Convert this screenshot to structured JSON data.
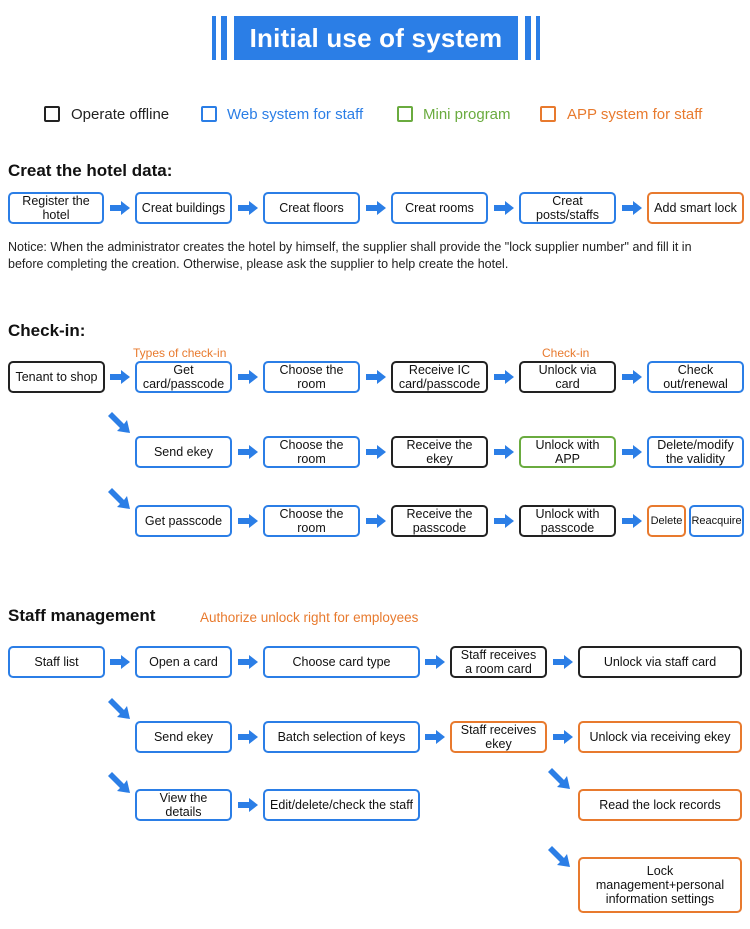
{
  "title": "Initial use of system",
  "legend": [
    {
      "label": "Operate offline",
      "color": "#222222"
    },
    {
      "label": "Web system for staff",
      "color": "#2b7ee6"
    },
    {
      "label": "Mini program",
      "color": "#6aab3f"
    },
    {
      "label": "APP system for staff",
      "color": "#e87a2e"
    }
  ],
  "colors": {
    "black": "#222222",
    "blue": "#2b7ee6",
    "green": "#6aab3f",
    "orange": "#e87a2e"
  },
  "section1": {
    "heading": "Creat the hotel data:",
    "boxes": [
      {
        "label": "Register the hotel"
      },
      {
        "label": "Creat buildings"
      },
      {
        "label": "Creat floors"
      },
      {
        "label": "Creat rooms"
      },
      {
        "label": "Creat posts/staffs"
      },
      {
        "label": "Add smart lock"
      }
    ],
    "notice": "Notice: When the administrator creates the hotel by himself, the supplier shall provide the \"lock supplier number\" and fill it in before completing the creation. Otherwise, please ask the supplier to help create the hotel."
  },
  "section2": {
    "heading": "Check-in:",
    "types_label": "Types of check-in",
    "checkin_label": "Check-in",
    "row1": [
      {
        "label": "Tenant to shop"
      },
      {
        "label": "Get card/passcode"
      },
      {
        "label": "Choose the room"
      },
      {
        "label": "Receive IC card/passcode"
      },
      {
        "label": "Unlock via card"
      },
      {
        "label": "Check out/renewal"
      }
    ],
    "row2": [
      {
        "label": "Send ekey"
      },
      {
        "label": "Choose the room"
      },
      {
        "label": "Receive the ekey"
      },
      {
        "label": "Unlock with APP"
      },
      {
        "label": "Delete/modify the validity"
      }
    ],
    "row3": [
      {
        "label": "Get passcode"
      },
      {
        "label": "Choose the room"
      },
      {
        "label": "Receive the passcode"
      },
      {
        "label": "Unlock with passcode"
      },
      {
        "label": "Delete"
      },
      {
        "label": "Reacquire"
      }
    ]
  },
  "section3": {
    "heading": "Staff management",
    "subheading": "Authorize unlock right for employees",
    "row1": [
      {
        "label": "Staff list"
      },
      {
        "label": "Open a card"
      },
      {
        "label": "Choose card type"
      },
      {
        "label": "Staff receives a room card"
      },
      {
        "label": "Unlock via staff card"
      }
    ],
    "row2": [
      {
        "label": "Send ekey"
      },
      {
        "label": "Batch selection of keys"
      },
      {
        "label": "Staff receives ekey"
      },
      {
        "label": "Unlock via receiving ekey"
      }
    ],
    "row3": [
      {
        "label": "View the details"
      },
      {
        "label": "Edit/delete/check the staff"
      }
    ],
    "records": {
      "label": "Read the lock records"
    },
    "settings": {
      "label": "Lock management+personal information settings"
    }
  }
}
